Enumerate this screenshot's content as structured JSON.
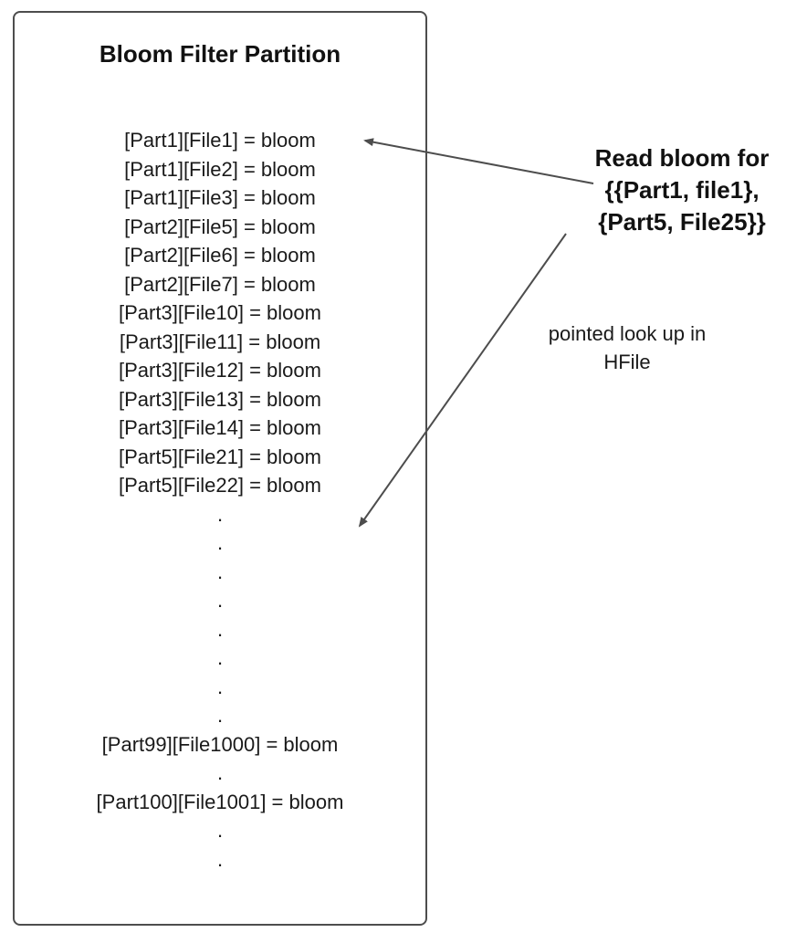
{
  "box": {
    "title": "Bloom Filter Partition",
    "entries": [
      "[Part1][File1] = bloom",
      "[Part1][File2] = bloom",
      "[Part1][File3] = bloom",
      "[Part2][File5] = bloom",
      "[Part2][File6] = bloom",
      "[Part2][File7] = bloom",
      "[Part3][File10] = bloom",
      "[Part3][File11] = bloom",
      "[Part3][File12] = bloom",
      "[Part3][File13] = bloom",
      "[Part3][File14] = bloom",
      "[Part5][File21] = bloom",
      "[Part5][File22] = bloom"
    ],
    "ellipsis_top": [
      ".",
      ".",
      ".",
      ".",
      ".",
      ".",
      ".",
      "."
    ],
    "entry_part99": "[Part99][File1000] = bloom",
    "ellipsis_mid": [
      "."
    ],
    "entry_part100": "[Part100][File1001] = bloom",
    "ellipsis_bottom": [
      ".",
      "."
    ]
  },
  "annotations": {
    "read_bloom_lines": [
      "Read bloom for",
      "{{Part1, file1},",
      "{Part5, File25}}"
    ],
    "hfile_note_lines": [
      "pointed look up in",
      "HFile"
    ]
  },
  "colors": {
    "stroke": "#4d4d4d",
    "text": "#1a1a1a"
  }
}
